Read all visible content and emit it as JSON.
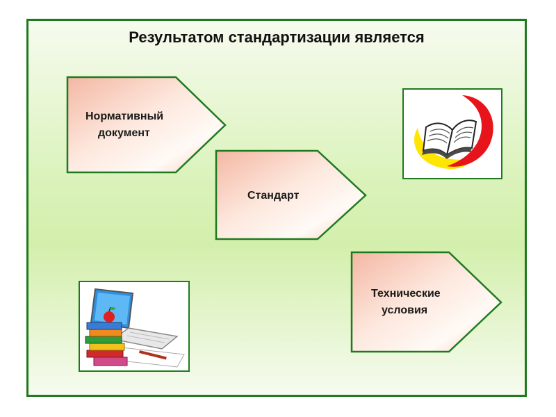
{
  "slide": {
    "title": "Результатом стандартизации является"
  },
  "arrows": {
    "normative": {
      "line1": "Нормативный",
      "line2": "документ"
    },
    "standard": {
      "label": "Стандарт"
    },
    "technical": {
      "line1": "Технические",
      "line2": "условия"
    }
  },
  "colors": {
    "frame": "#1f7a1f",
    "arrow_fill_light": "#fffaf6",
    "arrow_fill_dark": "#f7c6b4"
  },
  "illustrations": {
    "top_right": "open-book-logo-icon",
    "bottom_left": "laptop-books-icon"
  }
}
